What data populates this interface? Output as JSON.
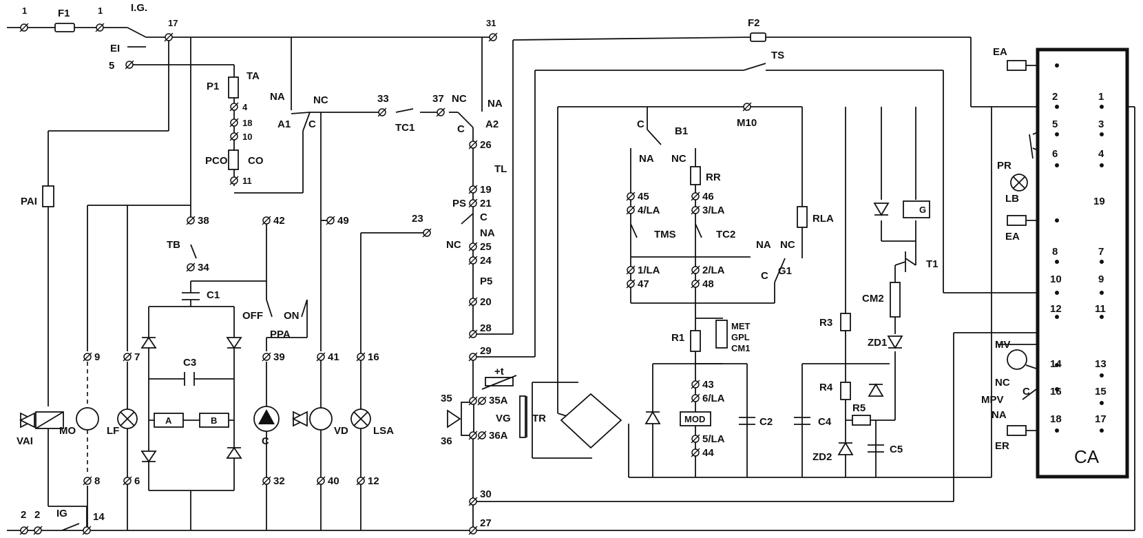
{
  "diagram": {
    "labels": {
      "t_1a": "1",
      "F1": "F1",
      "t_1b": "1",
      "IG_top": "I.G.",
      "t_17": "17",
      "EI": "EI",
      "t_5": "5",
      "t_31": "31",
      "F2": "F2",
      "TS": "TS",
      "EA_top": "EA",
      "P1": "P1",
      "TA": "TA",
      "t_4": "4",
      "t_18": "18",
      "t_10": "10",
      "PCO": "PCO",
      "CO": "CO",
      "t_11": "11",
      "NA_A1": "NA",
      "A1": "A1",
      "C_A1": "C",
      "NC_A1": "NC",
      "t_33": "33",
      "TC1": "TC1",
      "t_37": "37",
      "NC_A2": "NC",
      "NA_A2": "NA",
      "A2": "A2",
      "C_A2": "C",
      "t_26": "26",
      "TL": "TL",
      "t_19": "19",
      "PS": "PS",
      "t_21": "21",
      "C_PS": "C",
      "NA_PS": "NA",
      "NC_PS": "NC",
      "t_25": "25",
      "t_24": "24",
      "P5": "P5",
      "t_20": "20",
      "t_23": "23",
      "t_28": "28",
      "t_29": "29",
      "t_35": "35",
      "t_35A": "35A",
      "t_36": "36",
      "t_36A": "36A",
      "plus_t": "+t",
      "VG": "VG",
      "TR": "TR",
      "t_30": "30",
      "t_27": "27",
      "PAI": "PAI",
      "t_38": "38",
      "TB": "TB",
      "t_34": "34",
      "t_42": "42",
      "t_49": "49",
      "C1": "C1",
      "OFF": "OFF",
      "ON": "ON",
      "PPA": "PPA",
      "C3": "C3",
      "A": "A",
      "B": "B",
      "t_9": "9",
      "t_7": "7",
      "t_39": "39",
      "t_41": "41",
      "t_16": "16",
      "VAI": "VAI",
      "MO": "MO",
      "LF": "LF",
      "C_pump": "C",
      "VD": "VD",
      "LSA": "LSA",
      "t_8": "8",
      "t_6": "6",
      "t_32": "32",
      "t_40": "40",
      "t_12": "12",
      "t_2a": "2",
      "t_2b": "2",
      "IG_bot": "IG",
      "t_14": "14",
      "M10": "M10",
      "C_B1": "C",
      "B1": "B1",
      "NA_B1": "NA",
      "NC_B1": "NC",
      "RR": "RR",
      "t_45": "45",
      "t_4LA": "4/LA",
      "t_46": "46",
      "t_3LA": "3/LA",
      "TMS": "TMS",
      "TC2": "TC2",
      "t_1LA": "1/LA",
      "t_47": "47",
      "t_2LA": "2/LA",
      "t_48": "48",
      "RLA": "RLA",
      "NA_G1": "NA",
      "NC_G1": "NC",
      "C_G1": "C",
      "G1": "G1",
      "G": "G",
      "T1": "T1",
      "CM2": "CM2",
      "ZD1": "ZD1",
      "R3": "R3",
      "R4": "R4",
      "R5": "R5",
      "C4": "C4",
      "C5": "C5",
      "ZD2": "ZD2",
      "R1": "R1",
      "MET": "MET",
      "GPL": "GPL",
      "CM1": "CM1",
      "t_43": "43",
      "t_6LA": "6/LA",
      "MOD": "MOD",
      "C2": "C2",
      "t_5LA": "5/LA",
      "t_44": "44",
      "CA": "CA",
      "ca_2": "2",
      "ca_1": "1",
      "ca_5": "5",
      "ca_3": "3",
      "ca_6": "6",
      "ca_4": "4",
      "PR": "PR",
      "LB": "LB",
      "ca_19": "19",
      "EA_mid": "EA",
      "ca_8": "8",
      "ca_7": "7",
      "ca_10": "10",
      "ca_9": "9",
      "ca_12": "12",
      "ca_11": "11",
      "MV": "MV",
      "ca_14": "14",
      "ca_13": "13",
      "NC_MPV": "NC",
      "C_MPV": "C",
      "MPV": "MPV",
      "ca_16": "16",
      "ca_15": "15",
      "NA_MPV": "NA",
      "ca_18": "18",
      "ca_17": "17",
      "ER": "ER"
    }
  }
}
